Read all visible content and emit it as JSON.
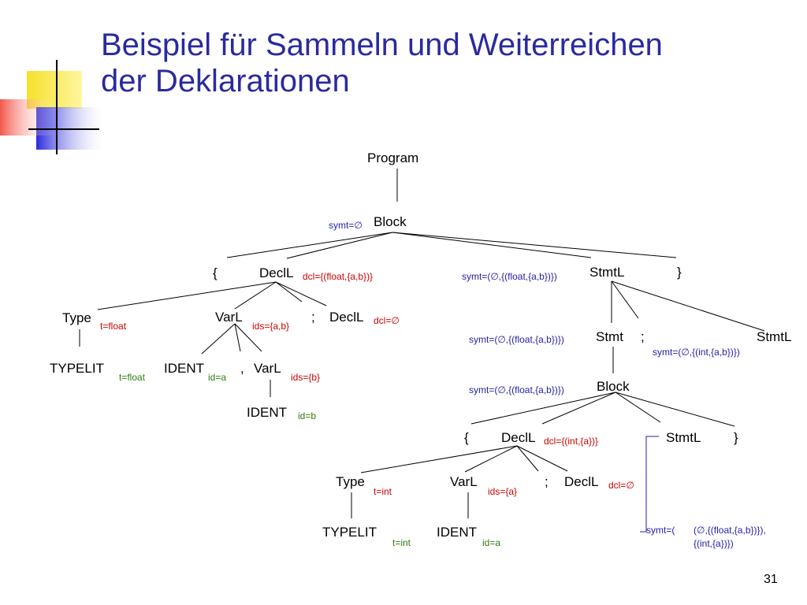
{
  "title": {
    "line1": "Beispiel für Sammeln und Weiterreichen",
    "line2": "der Deklarationen"
  },
  "colors": {
    "title": "#2a2a9e",
    "node": "#000000",
    "symt": "#2222aa",
    "dcl": "#cc0000",
    "attr": "#2e7d10",
    "deco_yellow": "#f5e12a",
    "deco_blue": "#2a2adc",
    "deco_red": "#f03a2a"
  },
  "nodes": {
    "program": "Program",
    "block": "Block",
    "lbrace1": "{",
    "decl1": "DeclL",
    "stmtl1": "StmtL",
    "rbrace1": "}",
    "type1": "Type",
    "varl1": "VarL",
    "semi1": ";",
    "decl1b": "DeclL",
    "typelit1": "TYPELIT",
    "ident1": "IDENT",
    "comma1": ",",
    "varl1b": "VarL",
    "ident1b": "IDENT",
    "stmt": "Stmt",
    "semi2": ";",
    "stmtl2": "StmtL",
    "block2": "Block",
    "lbrace2": "{",
    "decl2": "DeclL",
    "stmtl3": "StmtL",
    "rbrace2": "}",
    "type2": "Type",
    "varl2": "VarL",
    "semi3": ";",
    "decl2b": "DeclL",
    "typelit2": "TYPELIT",
    "ident2": "IDENT"
  },
  "annotations": {
    "symt_block": "symt=∅",
    "dcl_decl1": "dcl={(float,{a,b})}",
    "symt_stmtl1": "symt=(∅,{(float,{a,b})})",
    "t_type1": "t=float",
    "ids_varl1": "ids={a,b}",
    "dcl_decl1b": "dcl=∅",
    "t_typelit1": "t=float",
    "id_ident1": "id=a",
    "ids_varl1b": "ids={b}",
    "id_ident1b": "id=b",
    "symt_stmt": "symt=(∅,{(float,{a,b})})",
    "symt_stmtl2": "symt=(∅,{(int,{a,b})})",
    "symt_block2": "symt=(∅,{(float,{a,b})})",
    "dcl_decl2": "dcl={(int,{a})}",
    "t_type2": "t=int",
    "ids_varl2": "ids={a}",
    "dcl_decl2b": "dcl=∅",
    "t_typelit2": "t=int",
    "id_ident2": "id=a",
    "symt_stmtl3_prefix": "symt=(",
    "symt_stmtl3_line1": "(∅,{(float,{a,b})}),",
    "symt_stmtl3_line2": "{(int,{a})})"
  },
  "page_number": "31"
}
